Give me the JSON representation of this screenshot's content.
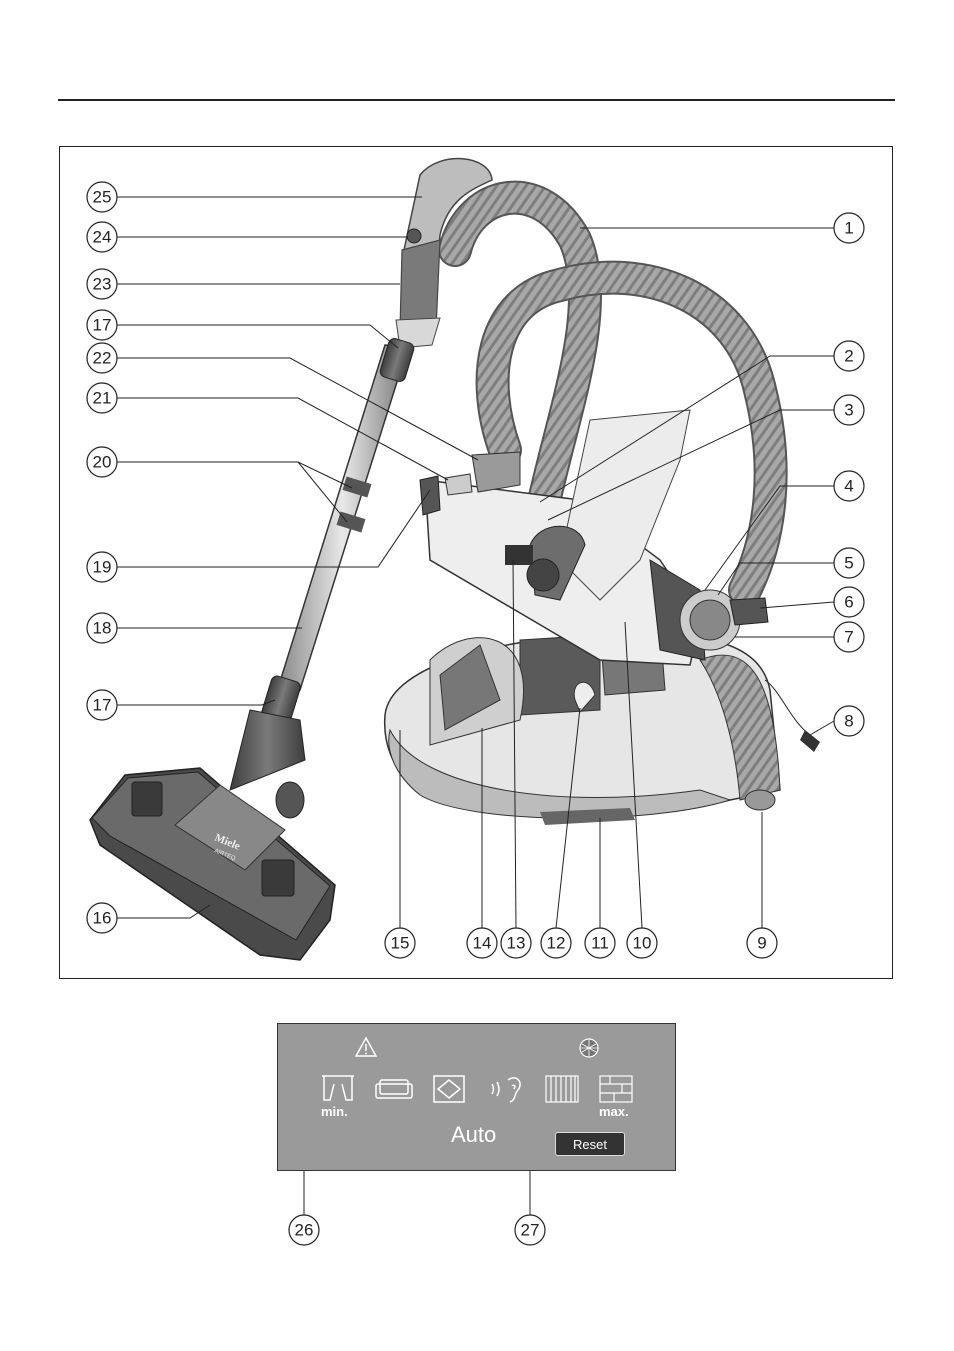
{
  "callouts": [
    "1",
    "2",
    "3",
    "4",
    "5",
    "6",
    "7",
    "8",
    "9",
    "10",
    "11",
    "12",
    "13",
    "14",
    "15",
    "16",
    "17",
    "18",
    "19",
    "20",
    "21",
    "22",
    "23",
    "24",
    "25",
    "26",
    "27"
  ],
  "product_brand": "Miele",
  "product_model": "AIRTEQ",
  "display": {
    "min_label": "min.",
    "max_label": "max.",
    "auto_label": "Auto",
    "reset_label": "Reset",
    "icons": [
      "warning-icon",
      "curtain-icon",
      "upholstery-icon",
      "mattress-icon",
      "quiet-mode-icon",
      "carpet-icon",
      "hard-floor-icon",
      "filter-change-icon"
    ]
  },
  "colors": {
    "display_bg": "#9a9a9a",
    "device_body": "#e6e6e6",
    "device_dark": "#555555",
    "hose": "#9c9c9c"
  }
}
